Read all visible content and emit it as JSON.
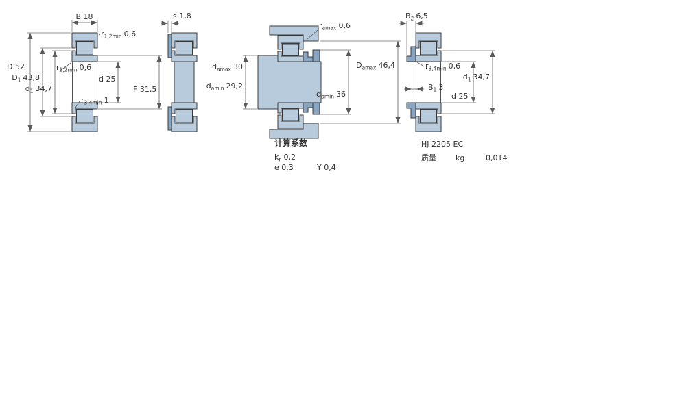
{
  "drawing": {
    "colors": {
      "fill_light": "#b7cbdd",
      "fill_dark": "#88a6c2",
      "line": "#3b3b3b",
      "text": "#333333"
    },
    "view1": {
      "B": "B 18",
      "r12_top": {
        "base": "r",
        "sub": "1,2min",
        "value": "0,6"
      },
      "D": "D 52",
      "D1": {
        "base": "D",
        "sub": "1",
        "value": "43,8"
      },
      "d1": {
        "base": "d",
        "sub": "1",
        "value": "34,7"
      },
      "r12_mid": {
        "base": "r",
        "sub": "1,2min",
        "value": "0,6"
      },
      "d": "d 25",
      "r34": {
        "base": "r",
        "sub": "3,4min",
        "value": "1"
      },
      "F": "F 31,5"
    },
    "view2": {
      "s": "s 1,8"
    },
    "view3": {
      "ra": {
        "base": "r",
        "sub": "amax",
        "value": "0,6"
      },
      "damax": {
        "base": "d",
        "sub": "amax",
        "value": "30"
      },
      "damin": {
        "base": "d",
        "sub": "amin",
        "value": "29,2"
      },
      "Damax": {
        "base": "D",
        "sub": "amax",
        "value": "46,4"
      },
      "dbmin": {
        "base": "d",
        "sub": "bmin",
        "value": "36"
      }
    },
    "view4": {
      "B2": {
        "base": "B",
        "sub": "2",
        "value": "6,5"
      },
      "r34": {
        "base": "r",
        "sub": "3,4min",
        "value": "0,6"
      },
      "B1": {
        "base": "B",
        "sub": "1",
        "value": "3"
      },
      "d": "d 25",
      "d1": {
        "base": "d",
        "sub": "1",
        "value": "34,7"
      }
    },
    "calculation_factors": {
      "title": "计算系数",
      "kr": {
        "base": "k",
        "sub": "r",
        "value": "0,2"
      },
      "e": "e  0,3",
      "Y": "Y  0,4"
    },
    "angle_ring": {
      "designation": "HJ 2205 EC",
      "mass_label": "质量",
      "mass_unit": "kg",
      "mass_value": "0,014"
    }
  }
}
